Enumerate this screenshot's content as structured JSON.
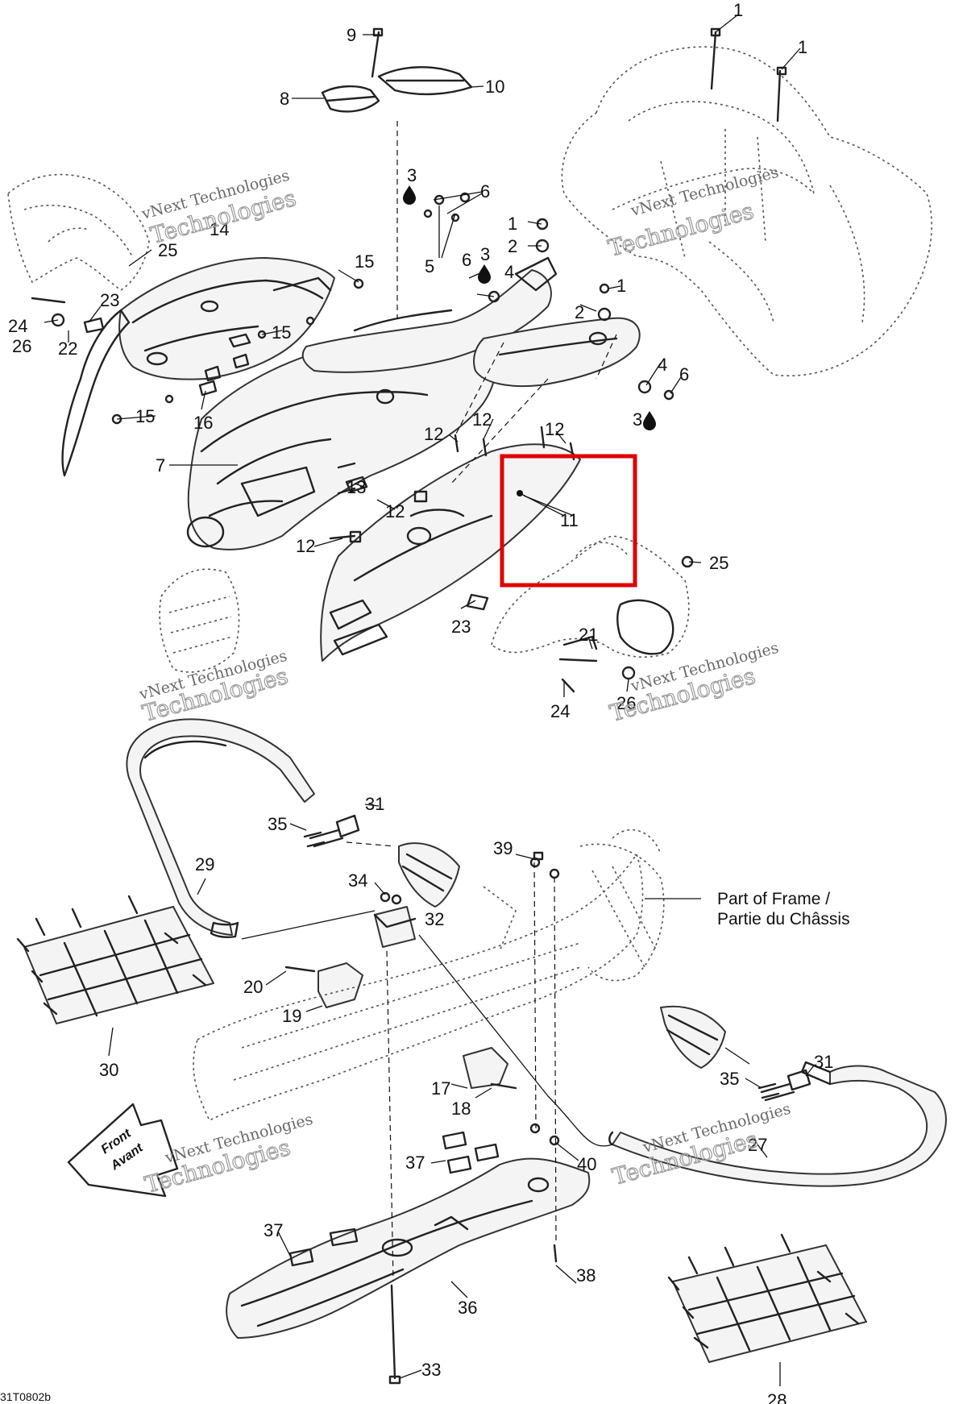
{
  "callouts": [
    {
      "id": "c1a",
      "text": "1"
    },
    {
      "id": "c1b",
      "text": "1"
    },
    {
      "id": "c1c",
      "text": "1"
    },
    {
      "id": "c1d",
      "text": "1"
    },
    {
      "id": "c2a",
      "text": "2"
    },
    {
      "id": "c2b",
      "text": "2"
    },
    {
      "id": "c3a",
      "text": "3"
    },
    {
      "id": "c3b",
      "text": "3"
    },
    {
      "id": "c3c",
      "text": "3"
    },
    {
      "id": "c4a",
      "text": "4"
    },
    {
      "id": "c4b",
      "text": "4"
    },
    {
      "id": "c5",
      "text": "5"
    },
    {
      "id": "c6a",
      "text": "6"
    },
    {
      "id": "c6b",
      "text": "6"
    },
    {
      "id": "c6c",
      "text": "6"
    },
    {
      "id": "c7",
      "text": "7"
    },
    {
      "id": "c8",
      "text": "8"
    },
    {
      "id": "c9",
      "text": "9"
    },
    {
      "id": "c10",
      "text": "10"
    },
    {
      "id": "c11",
      "text": "11"
    },
    {
      "id": "c12a",
      "text": "12"
    },
    {
      "id": "c12b",
      "text": "12"
    },
    {
      "id": "c12c",
      "text": "12"
    },
    {
      "id": "c12d",
      "text": "12"
    },
    {
      "id": "c12e",
      "text": "12"
    },
    {
      "id": "c13",
      "text": "13"
    },
    {
      "id": "c14",
      "text": "14"
    },
    {
      "id": "c15a",
      "text": "15"
    },
    {
      "id": "c15b",
      "text": "15"
    },
    {
      "id": "c15c",
      "text": "15"
    },
    {
      "id": "c16",
      "text": "16"
    },
    {
      "id": "c17",
      "text": "17"
    },
    {
      "id": "c18",
      "text": "18"
    },
    {
      "id": "c19",
      "text": "19"
    },
    {
      "id": "c20",
      "text": "20"
    },
    {
      "id": "c21",
      "text": "21"
    },
    {
      "id": "c22",
      "text": "22"
    },
    {
      "id": "c23a",
      "text": "23"
    },
    {
      "id": "c23b",
      "text": "23"
    },
    {
      "id": "c24a",
      "text": "24"
    },
    {
      "id": "c24b",
      "text": "24"
    },
    {
      "id": "c25a",
      "text": "25"
    },
    {
      "id": "c25b",
      "text": "25"
    },
    {
      "id": "c26a",
      "text": "26"
    },
    {
      "id": "c26b",
      "text": "26"
    },
    {
      "id": "c27",
      "text": "27"
    },
    {
      "id": "c28",
      "text": "28"
    },
    {
      "id": "c29",
      "text": "29"
    },
    {
      "id": "c30",
      "text": "30"
    },
    {
      "id": "c31a",
      "text": "31"
    },
    {
      "id": "c31b",
      "text": "31"
    },
    {
      "id": "c32",
      "text": "32"
    },
    {
      "id": "c33",
      "text": "33"
    },
    {
      "id": "c34",
      "text": "34"
    },
    {
      "id": "c35a",
      "text": "35"
    },
    {
      "id": "c35b",
      "text": "35"
    },
    {
      "id": "c36",
      "text": "36"
    },
    {
      "id": "c37a",
      "text": "37"
    },
    {
      "id": "c37b",
      "text": "37"
    },
    {
      "id": "c38",
      "text": "38"
    },
    {
      "id": "c39",
      "text": "39"
    },
    {
      "id": "c40",
      "text": "40"
    }
  ],
  "frame_note": {
    "line1": "Part of Frame /",
    "line2": "Partie du Châssis"
  },
  "front_arrow": {
    "line1": "Front",
    "line2": "Avant"
  },
  "watermark": {
    "line1": "vNext Technologies",
    "line2": "Technologies"
  },
  "drawing_code": "31T0802b",
  "highlight": {
    "part": "11",
    "color": "#e00000"
  }
}
